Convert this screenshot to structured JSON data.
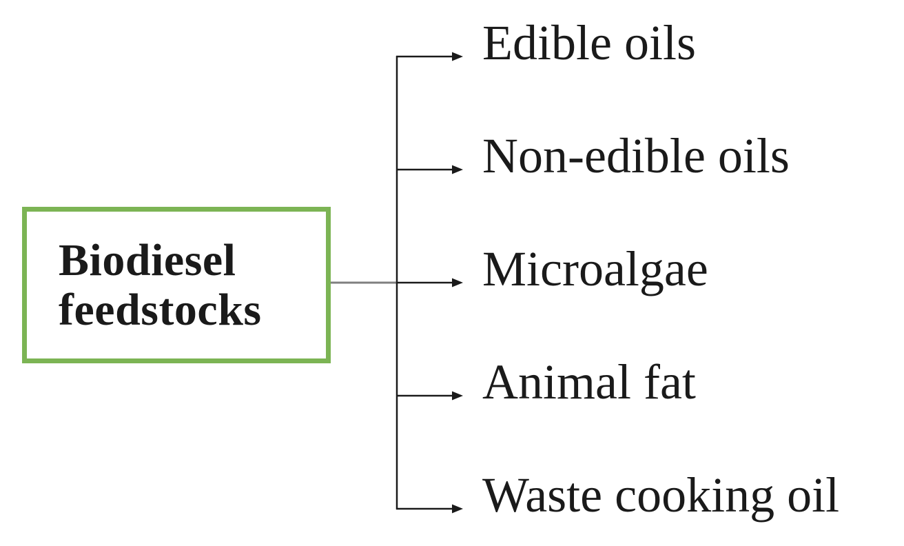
{
  "diagram": {
    "type": "tree",
    "root": {
      "label": "Biodiesel feedstocks"
    },
    "items": [
      {
        "label": "Edible oils"
      },
      {
        "label": "Non-edible oils"
      },
      {
        "label": "Microalgae"
      },
      {
        "label": "Animal fat"
      },
      {
        "label": "Waste cooking oil"
      }
    ],
    "colors": {
      "box_border_green": "#7cb454",
      "connector_gray": "#7f7f7f",
      "line_black": "#1a1a1a",
      "text": "#1a1a1a",
      "background": "#ffffff"
    }
  }
}
